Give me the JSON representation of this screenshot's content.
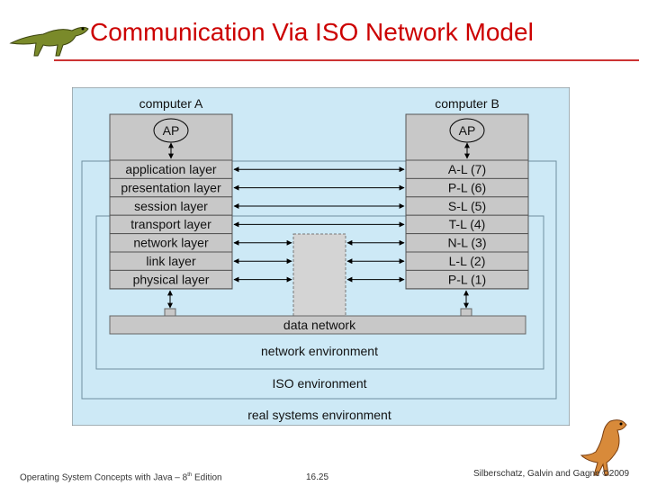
{
  "title": "Communication Via ISO Network Model",
  "diagram": {
    "computer_a": "computer A",
    "computer_b": "computer B",
    "ap_label": "AP",
    "layers_a": [
      "application layer",
      "presentation layer",
      "session layer",
      "transport layer",
      "network layer",
      "link layer",
      "physical layer"
    ],
    "layers_b": [
      "A-L (7)",
      "P-L (6)",
      "S-L (5)",
      "T-L (4)",
      "N-L (3)",
      "L-L (2)",
      "P-L (1)"
    ],
    "data_network": "data network",
    "network_environment": "network environment",
    "iso_environment": "ISO environment",
    "real_systems_environment": "real systems environment",
    "colors": {
      "background": "#cde9f6",
      "box": "#c8c8c8",
      "border": "#555555",
      "arrow": "#000000"
    }
  },
  "footer": {
    "left": "Operating System Concepts with Java – 8",
    "left_sup": "th",
    "left_suffix": " Edition",
    "center": "16.25",
    "right": "Silberschatz, Galvin and Gagne ©2009"
  }
}
